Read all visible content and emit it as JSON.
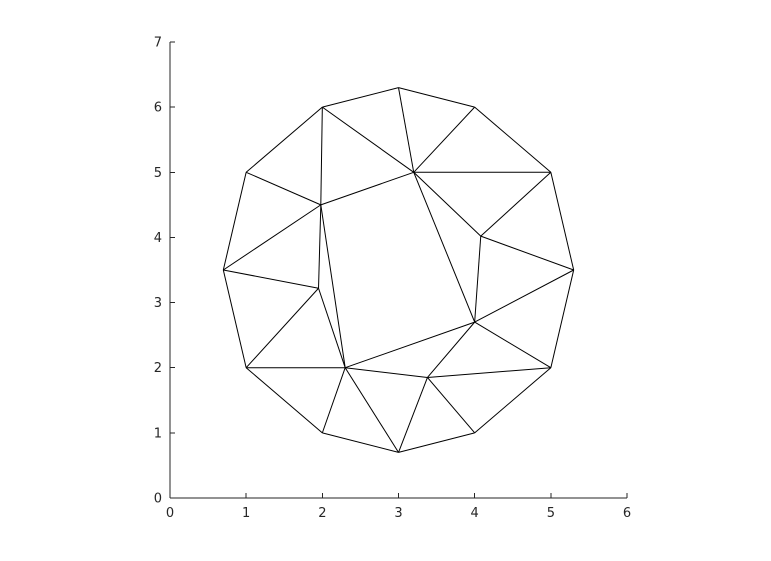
{
  "chart_data": {
    "type": "mesh",
    "title": "",
    "xlabel": "",
    "ylabel": "",
    "xlim": [
      0,
      6
    ],
    "ylim": [
      0,
      7
    ],
    "xticks": [
      0,
      1,
      2,
      3,
      4,
      5,
      6
    ],
    "yticks": [
      0,
      1,
      2,
      3,
      4,
      5,
      6,
      7
    ],
    "grid": false,
    "line_color": "#000000",
    "nodes": [
      [
        3.0,
        6.3
      ],
      [
        4.0,
        6.0
      ],
      [
        5.0,
        5.0
      ],
      [
        5.3,
        3.5
      ],
      [
        5.0,
        2.0
      ],
      [
        4.0,
        1.0
      ],
      [
        3.0,
        0.7
      ],
      [
        2.0,
        1.0
      ],
      [
        1.0,
        2.0
      ],
      [
        0.7,
        3.5
      ],
      [
        1.0,
        5.0
      ],
      [
        2.0,
        6.0
      ],
      [
        3.2,
        5.0
      ],
      [
        1.98,
        4.5
      ],
      [
        4.08,
        4.02
      ],
      [
        1.95,
        3.22
      ],
      [
        4.0,
        2.7
      ],
      [
        2.3,
        2.0
      ],
      [
        3.38,
        1.85
      ]
    ],
    "edges": [
      [
        0,
        1
      ],
      [
        1,
        2
      ],
      [
        2,
        3
      ],
      [
        3,
        4
      ],
      [
        4,
        5
      ],
      [
        5,
        6
      ],
      [
        6,
        7
      ],
      [
        7,
        8
      ],
      [
        8,
        9
      ],
      [
        9,
        10
      ],
      [
        10,
        11
      ],
      [
        11,
        0
      ],
      [
        11,
        12
      ],
      [
        0,
        12
      ],
      [
        1,
        12
      ],
      [
        12,
        2
      ],
      [
        12,
        14
      ],
      [
        14,
        2
      ],
      [
        14,
        3
      ],
      [
        14,
        16
      ],
      [
        16,
        3
      ],
      [
        16,
        4
      ],
      [
        16,
        12
      ],
      [
        13,
        12
      ],
      [
        11,
        13
      ],
      [
        10,
        13
      ],
      [
        9,
        13
      ],
      [
        13,
        15
      ],
      [
        15,
        9
      ],
      [
        15,
        8
      ],
      [
        15,
        17
      ],
      [
        13,
        17
      ],
      [
        8,
        17
      ],
      [
        17,
        7
      ],
      [
        17,
        6
      ],
      [
        17,
        18
      ],
      [
        18,
        6
      ],
      [
        18,
        5
      ],
      [
        18,
        4
      ],
      [
        18,
        16
      ],
      [
        17,
        16
      ]
    ]
  }
}
